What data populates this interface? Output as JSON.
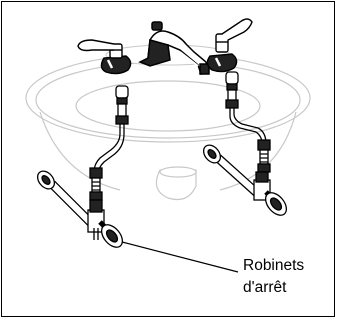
{
  "figure": {
    "callout": {
      "line1": "Robinets",
      "line2": "d'arrêt"
    },
    "colors": {
      "ink": "#000000",
      "sink_outline": "#c8c8c8",
      "chrome_dark": "#222222",
      "chrome_light": "#ffffff"
    },
    "parts": [
      "sink-basin",
      "spout",
      "left-handle",
      "right-handle",
      "supply-line-left",
      "supply-line-right",
      "shutoff-valve-left",
      "shutoff-valve-right",
      "drain-trap"
    ]
  }
}
